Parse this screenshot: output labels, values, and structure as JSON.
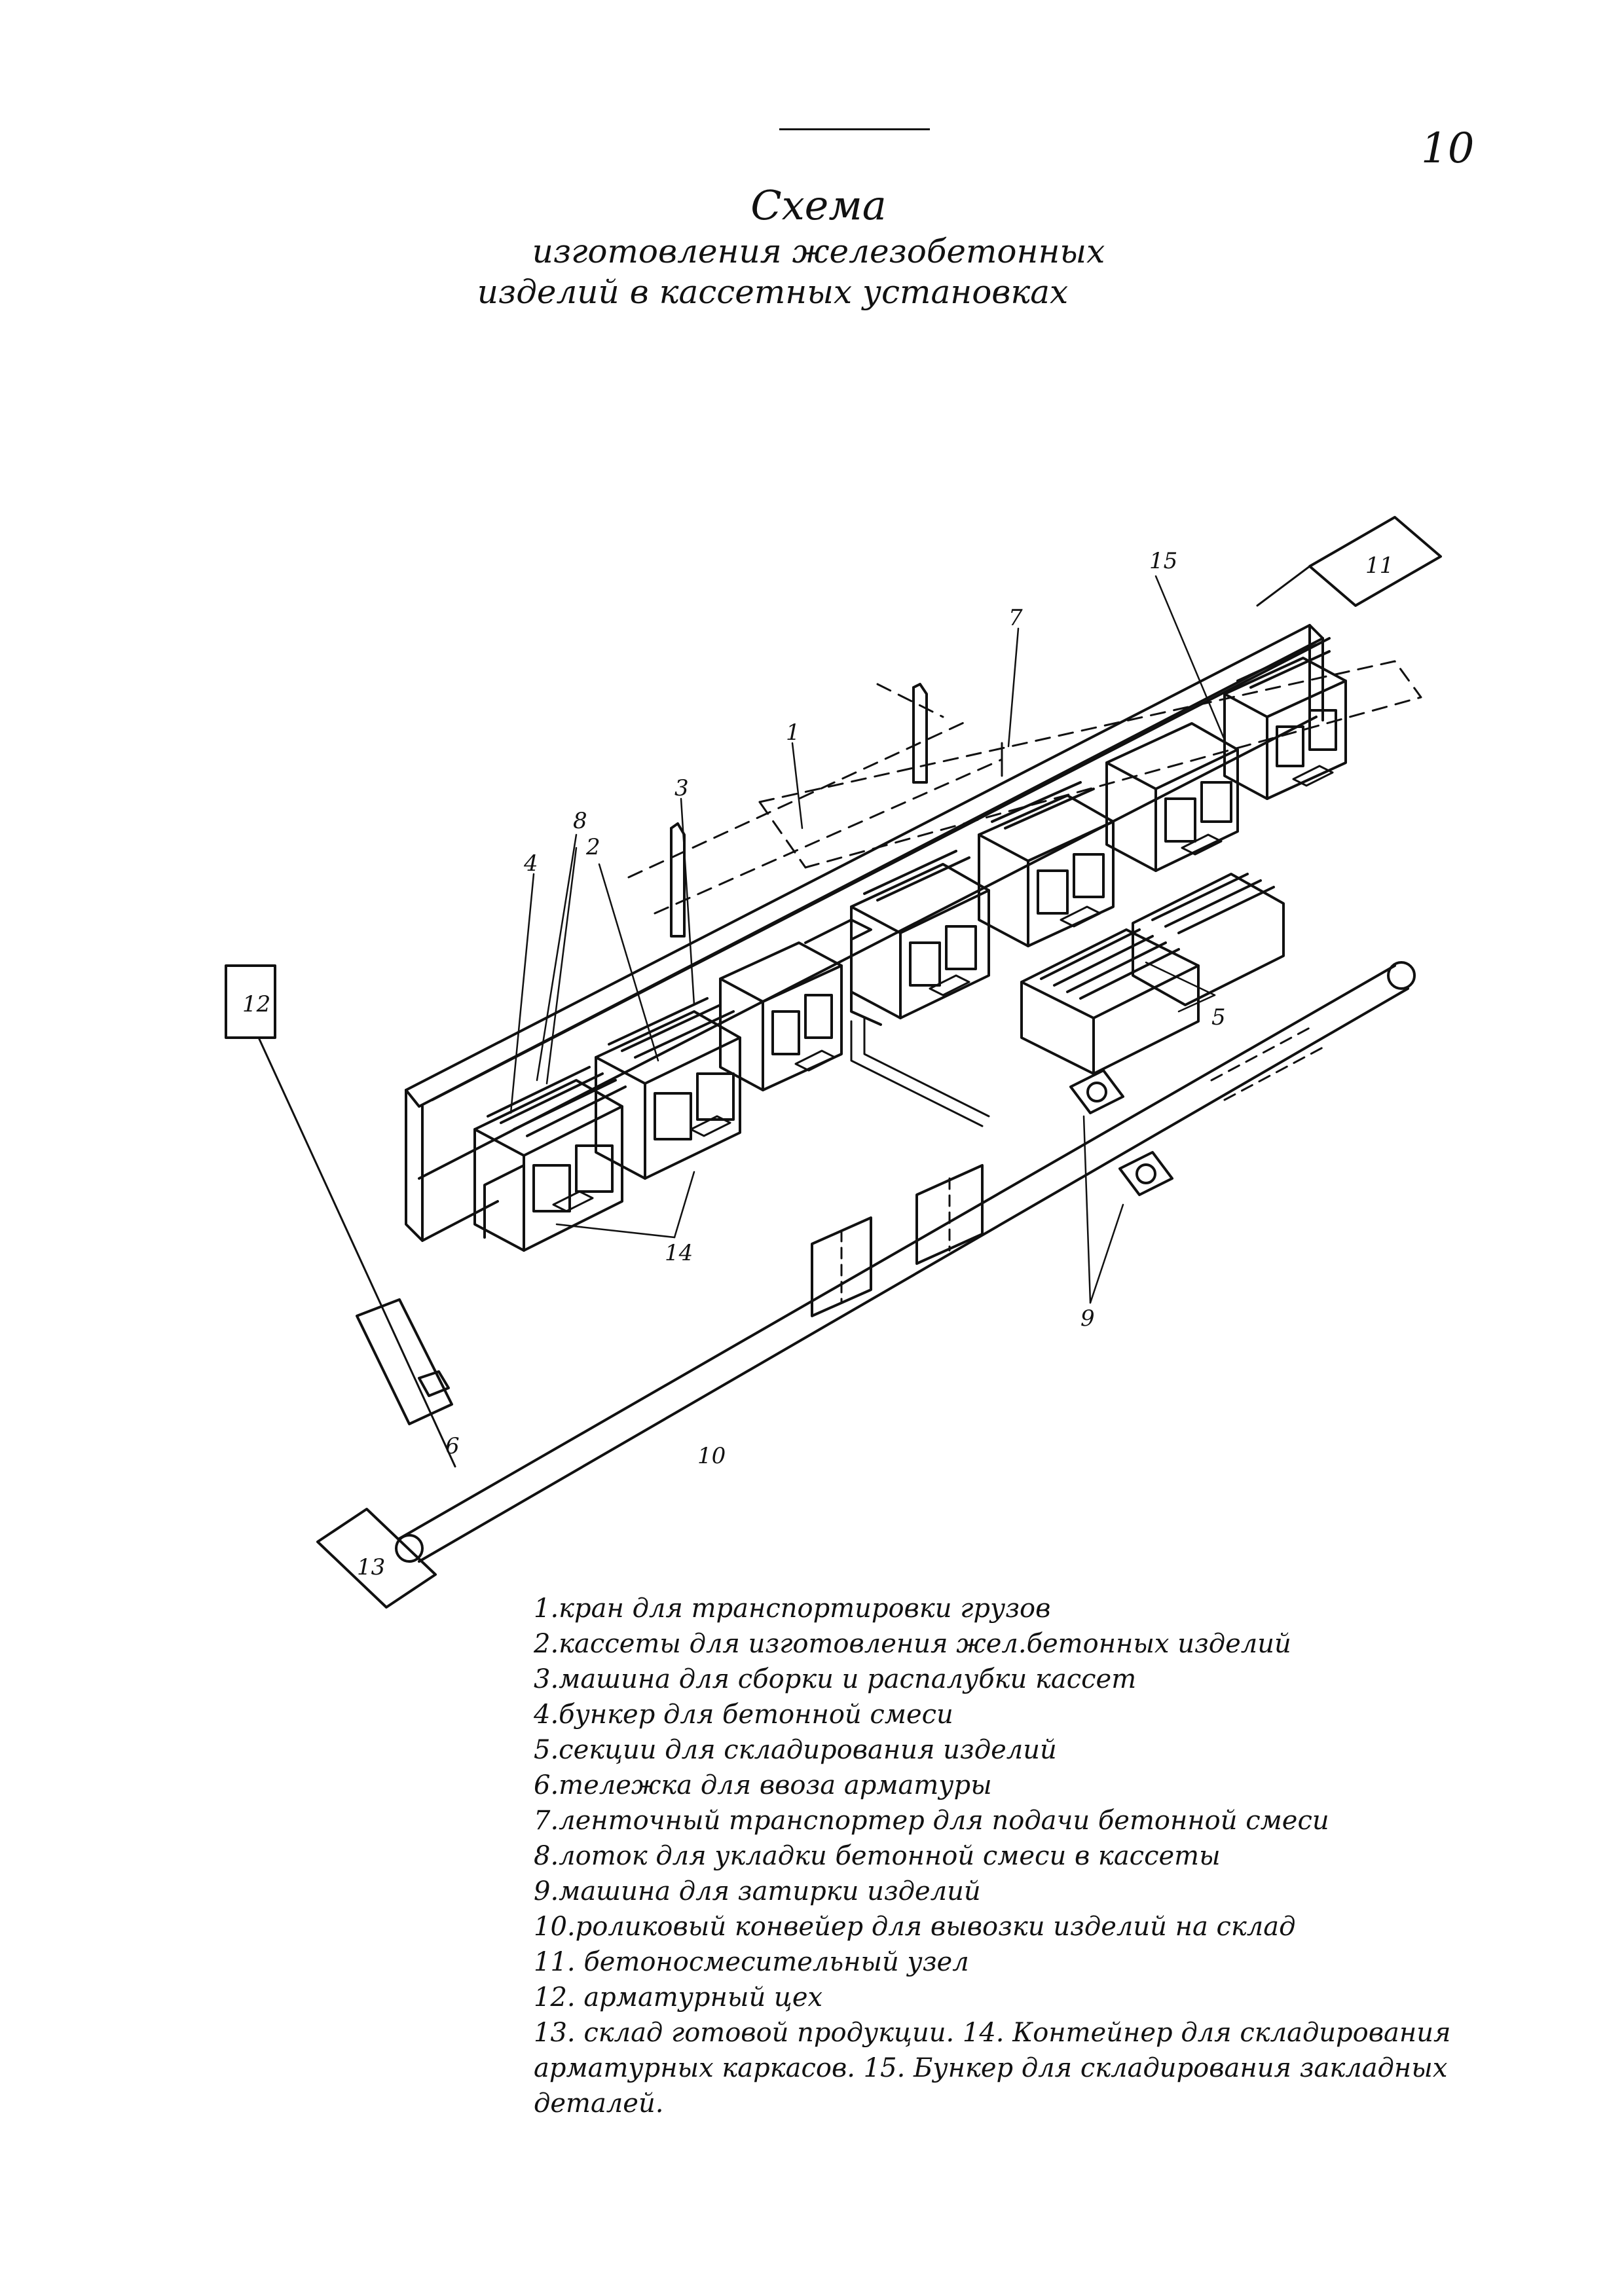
{
  "page_number": "10",
  "title": {
    "line1": "Схема",
    "line2": "изготовления железобетонных",
    "line3": "изделий в кассетных установках"
  },
  "labels": {
    "l1": "1",
    "l2": "2",
    "l3": "3",
    "l4": "4",
    "l5": "5",
    "l6": "6",
    "l7": "7",
    "l8": "8",
    "l9": "9",
    "l10": "10",
    "l11": "11",
    "l12": "12",
    "l13": "13",
    "l14": "14",
    "l15": "15"
  },
  "legend": [
    "1.кран для транспортировки грузов",
    "2.кассеты для изготовления жел.бетонных изделий",
    "3.машина для сборки и распалубки кассет",
    "4.бункер для бетонной смеси",
    "5.секции для складирования изделий",
    "6.тележка для ввоза арматуры",
    "7.ленточный транспортер для подачи бетонной смеси",
    "8.лоток для укладки бетонной смеси в кассеты",
    "9.машина для затирки изделий",
    "10.роликовый конвейер для вывозки изделий на склад",
    "11. бетоносмесительный узел",
    "12. арматурный цех",
    "13. склад готовой продукции. 14. Контейнер для складирования арматурных каркасов. 15. Бункер для складирования закладных деталей."
  ]
}
